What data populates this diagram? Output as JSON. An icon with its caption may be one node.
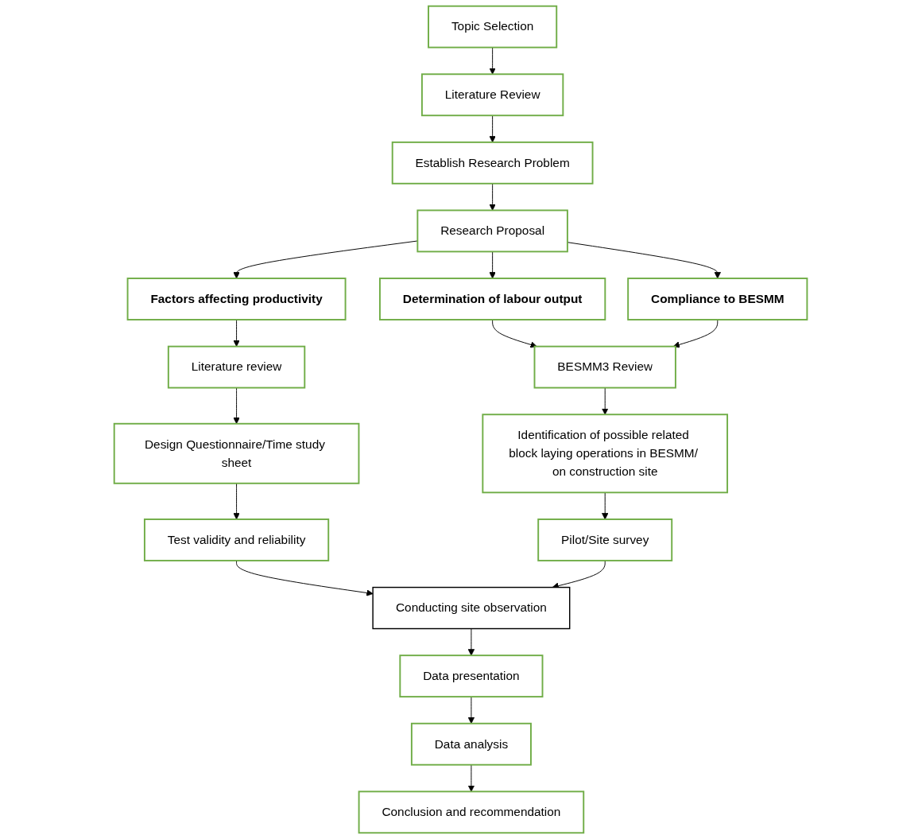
{
  "diagram": {
    "nodes": [
      {
        "text": [
          "Topic Selection"
        ]
      },
      {
        "text": [
          "Literature Review"
        ]
      },
      {
        "text": [
          "Establish Research Problem"
        ]
      },
      {
        "text": [
          "Research Proposal"
        ]
      },
      {
        "text": [
          "Factors affecting productivity"
        ]
      },
      {
        "text": [
          "Determination of labour output"
        ]
      },
      {
        "text": [
          "Compliance to BESMM"
        ]
      },
      {
        "text": [
          "Literature review"
        ]
      },
      {
        "text": [
          "Design Questionnaire/Time study sheet"
        ]
      },
      {
        "text": [
          "Test validity and reliability"
        ]
      },
      {
        "text": [
          "BESMM3 Review"
        ]
      },
      {
        "text": [
          "Identification of possible related block laying operations in BESMM/ on construction site"
        ]
      },
      {
        "text": [
          "Pilot/Site survey"
        ]
      },
      {
        "text": [
          "Conducting site observation"
        ]
      },
      {
        "text": [
          "Data presentation"
        ]
      },
      {
        "text": [
          "Data analysis"
        ]
      },
      {
        "text": [
          "Conclusion and recommendation"
        ]
      }
    ],
    "edges": [
      {
        "from": 0,
        "to": 1,
        "arrow": "to"
      },
      {
        "from": 1,
        "to": 2,
        "arrow": "to"
      },
      {
        "from": 2,
        "to": 3,
        "arrow": "to"
      },
      {
        "from": 3,
        "to": 4,
        "arrow": "to"
      },
      {
        "from": 3,
        "to": 5,
        "arrow": "to"
      },
      {
        "from": 3,
        "to": 6,
        "arrow": "to"
      },
      {
        "from": 4,
        "to": 7,
        "arrow": "to"
      },
      {
        "from": 7,
        "to": 8,
        "arrow": "to"
      },
      {
        "from": 8,
        "to": 9,
        "arrow": "to"
      },
      {
        "from": 5,
        "to": 10,
        "arrow": "to"
      },
      {
        "from": 6,
        "to": 10,
        "arrow": "to"
      },
      {
        "from": 10,
        "to": 11,
        "arrow": "to"
      },
      {
        "from": 11,
        "to": 12,
        "arrow": "to"
      },
      {
        "from": 9,
        "to": 13,
        "arrow": "to"
      },
      {
        "from": 12,
        "to": 13,
        "arrow": "to"
      },
      {
        "from": 13,
        "to": 14,
        "arrow": "to"
      },
      {
        "from": 14,
        "to": 15,
        "arrow": "to"
      },
      {
        "from": 15,
        "to": 16,
        "arrow": "to"
      }
    ]
  }
}
